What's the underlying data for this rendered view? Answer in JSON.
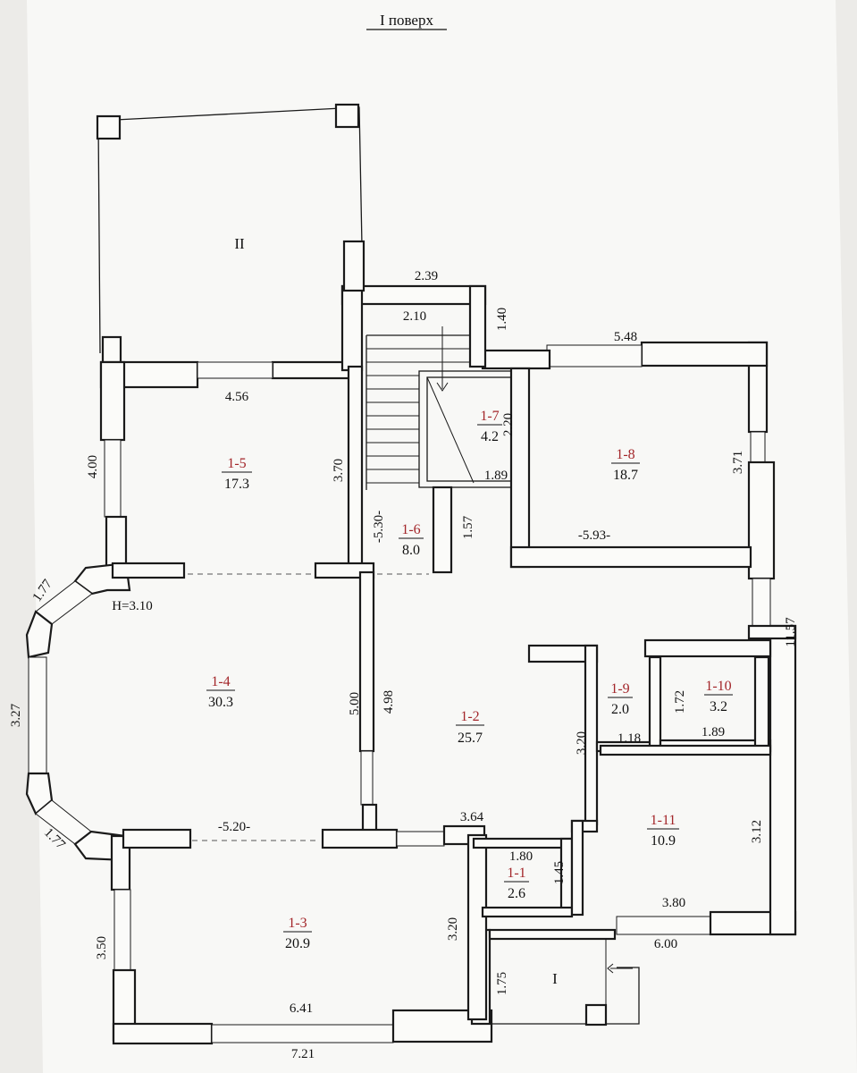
{
  "title": "I поверх",
  "height_label": "H=3.10",
  "outdoor_labels": {
    "porch_top": "II",
    "porch_bottom": "I"
  },
  "rooms": [
    {
      "number": "1-1",
      "area": "2.6"
    },
    {
      "number": "1-2",
      "area": "25.7"
    },
    {
      "number": "1-3",
      "area": "20.9"
    },
    {
      "number": "1-4",
      "area": "30.3"
    },
    {
      "number": "1-5",
      "area": "17.3"
    },
    {
      "number": "1-6",
      "area": "8.0"
    },
    {
      "number": "1-7",
      "area": "4.2"
    },
    {
      "number": "1-8",
      "area": "18.7"
    },
    {
      "number": "1-9",
      "area": "2.0"
    },
    {
      "number": "1-10",
      "area": "3.2"
    },
    {
      "number": "1-11",
      "area": "10.9"
    }
  ],
  "dimensions": {
    "d239": "2.39",
    "d210": "2.10",
    "d140": "1.40",
    "d548": "5.48",
    "d456": "4.56",
    "d400": "4.00",
    "d370": "3.70",
    "d220": "2.20",
    "d189a": "1.89",
    "d371": "3.71",
    "d530": "-5.30-",
    "d157": "1.57",
    "d593": "-5.93-",
    "d177a": "1.77",
    "d1157": "11.57",
    "d327": "3.27",
    "d500": "5.00",
    "d498": "4.98",
    "d172": "1.72",
    "d320a": "3.20",
    "d118": "1.18",
    "d189b": "1.89",
    "d177b": "1.77",
    "d520": "-5.20-",
    "d364": "3.64",
    "d312": "3.12",
    "d180": "1.80",
    "d145": "1.45",
    "d380": "3.80",
    "d350": "3.50",
    "d320b": "3.20",
    "d600": "6.00",
    "d175": "1.75",
    "d641": "6.41",
    "d721": "7.21"
  }
}
